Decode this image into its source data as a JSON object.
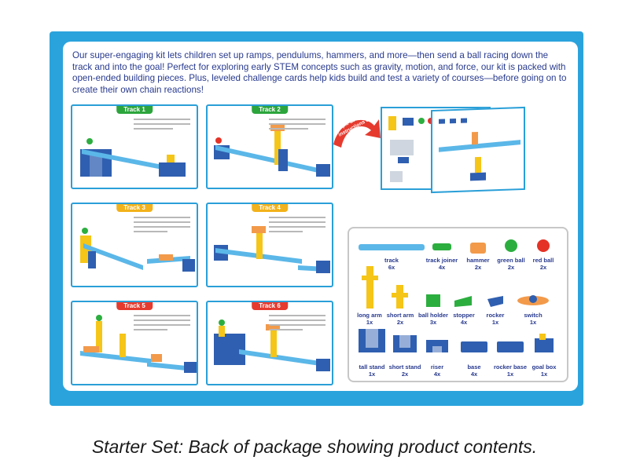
{
  "intro_text": "Our super-engaging kit lets children set up ramps, pendulums, hammers, and more—then send a ball racing down the track and into the goal! Perfect for exploring early STEM concepts such as gravity, motion, and force, our kit is packed with open-ended building pieces. Plus, leveled challenge cards help kids build and test a variety of courses—before going on to create their own chain reactions!",
  "tracks": [
    {
      "label": "Track 1",
      "color": "#2ca53c"
    },
    {
      "label": "Track 2",
      "color": "#2ca53c"
    },
    {
      "label": "Track 3",
      "color": "#f2b21b"
    },
    {
      "label": "Track 4",
      "color": "#f2b21b"
    },
    {
      "label": "Track 5",
      "color": "#e63a2e"
    },
    {
      "label": "Track 6",
      "color": "#e63a2e"
    }
  ],
  "assembly_callout": "Simple assembly instructions on back!",
  "parts": [
    {
      "name": "track",
      "qty": "6x"
    },
    {
      "name": "track joiner",
      "qty": "4x"
    },
    {
      "name": "hammer",
      "qty": "2x"
    },
    {
      "name": "green ball",
      "qty": "2x"
    },
    {
      "name": "red ball",
      "qty": "2x"
    },
    {
      "name": "long arm",
      "qty": "1x"
    },
    {
      "name": "short arm",
      "qty": "2x"
    },
    {
      "name": "ball holder",
      "qty": "3x"
    },
    {
      "name": "stopper",
      "qty": "4x"
    },
    {
      "name": "rocker",
      "qty": "1x"
    },
    {
      "name": "switch",
      "qty": "1x"
    },
    {
      "name": "tall stand",
      "qty": "1x"
    },
    {
      "name": "short stand",
      "qty": "2x"
    },
    {
      "name": "riser",
      "qty": "4x"
    },
    {
      "name": "base",
      "qty": "4x"
    },
    {
      "name": "rocker base",
      "qty": "1x"
    },
    {
      "name": "goal box",
      "qty": "1x"
    }
  ],
  "caption": "Starter Set: Back of package showing product contents.",
  "colors": {
    "frame": "#2aa3dd",
    "text": "#283a8e",
    "piece_blue": "#2f5fb0",
    "piece_yellow": "#f5c518",
    "ball_green": "#2cae3f",
    "ball_red": "#e53226",
    "hammer": "#f29a4a"
  }
}
